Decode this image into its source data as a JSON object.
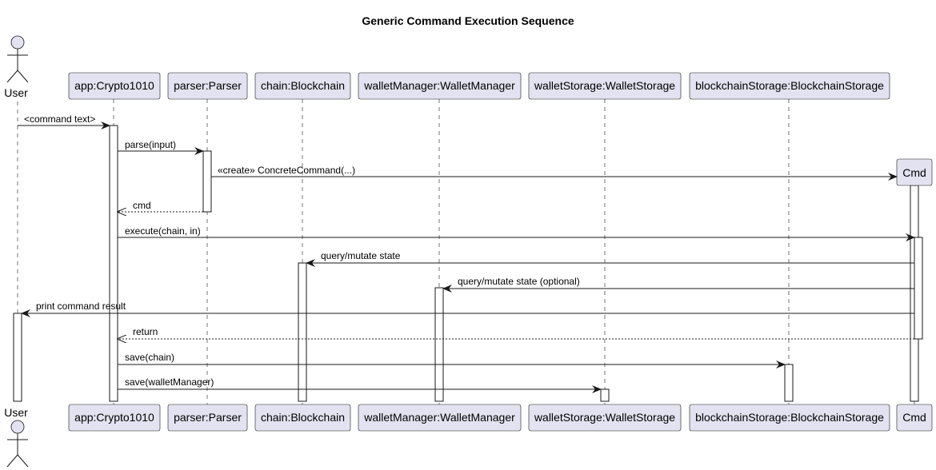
{
  "diagram": {
    "title": "Generic Command Execution Sequence",
    "participants": [
      {
        "id": "user",
        "label": "User",
        "kind": "actor"
      },
      {
        "id": "app",
        "label": "app:Crypto1010",
        "kind": "box"
      },
      {
        "id": "parser",
        "label": "parser:Parser",
        "kind": "box"
      },
      {
        "id": "chain",
        "label": "chain:Blockchain",
        "kind": "box"
      },
      {
        "id": "wm",
        "label": "walletManager:WalletManager",
        "kind": "box"
      },
      {
        "id": "ws",
        "label": "walletStorage:WalletStorage",
        "kind": "box"
      },
      {
        "id": "bs",
        "label": "blockchainStorage:BlockchainStorage",
        "kind": "box"
      },
      {
        "id": "cmd",
        "label": "Cmd",
        "kind": "box"
      }
    ],
    "messages": [
      {
        "from": "user",
        "to": "app",
        "label": "<command text>",
        "style": "solid"
      },
      {
        "from": "app",
        "to": "parser",
        "label": "parse(input)",
        "style": "solid"
      },
      {
        "from": "parser",
        "to": "cmd",
        "label": "«create» ConcreteCommand(...)",
        "style": "create"
      },
      {
        "from": "parser",
        "to": "app",
        "label": "cmd",
        "style": "dashed"
      },
      {
        "from": "app",
        "to": "cmd",
        "label": "execute(chain, in)",
        "style": "solid"
      },
      {
        "from": "cmd",
        "to": "chain",
        "label": "query/mutate state",
        "style": "solid"
      },
      {
        "from": "cmd",
        "to": "wm",
        "label": "query/mutate state (optional)",
        "style": "solid"
      },
      {
        "from": "cmd",
        "to": "user",
        "label": "print command result",
        "style": "solid"
      },
      {
        "from": "cmd",
        "to": "app",
        "label": "return",
        "style": "dashed"
      },
      {
        "from": "app",
        "to": "bs",
        "label": "save(chain)",
        "style": "solid"
      },
      {
        "from": "app",
        "to": "ws",
        "label": "save(walletManager)",
        "style": "solid"
      }
    ]
  }
}
